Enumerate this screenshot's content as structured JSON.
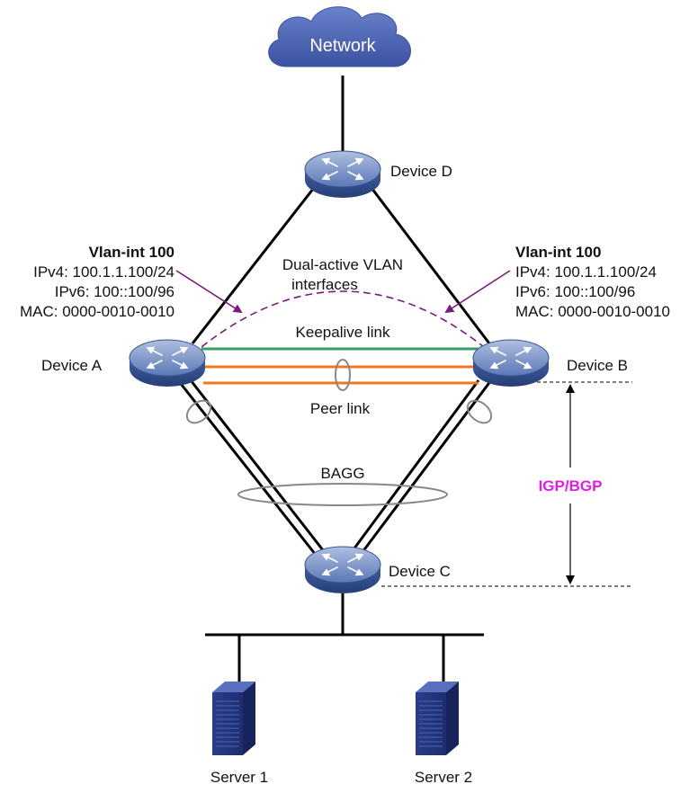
{
  "network": {
    "label": "Network"
  },
  "devices": {
    "a": {
      "label": "Device A"
    },
    "b": {
      "label": "Device B"
    },
    "c": {
      "label": "Device C"
    },
    "d": {
      "label": "Device D"
    }
  },
  "left_vlan": {
    "title": "Vlan-int 100",
    "ipv4": "IPv4: 100.1.1.100/24",
    "ipv6": "IPv6: 100::100/96",
    "mac": "MAC: 0000-0010-0010"
  },
  "right_vlan": {
    "title": "Vlan-int 100",
    "ipv4": "IPv4: 100.1.1.100/24",
    "ipv6": "IPv6: 100::100/96",
    "mac": "MAC: 0000-0010-0010"
  },
  "labels": {
    "dual_active_line1": "Dual-active VLAN",
    "dual_active_line2": "interfaces",
    "keepalive": "Keepalive link",
    "peer": "Peer link",
    "bagg": "BAGG",
    "igp_bgp": "IGP/BGP"
  },
  "servers": [
    {
      "label": "Server 1"
    },
    {
      "label": "Server 2"
    }
  ],
  "colors": {
    "keepalive_link": "#3a9a6a",
    "peer_link": "#f07820",
    "annotation": "#7a1a7a",
    "igp_bgp_text": "#e020e0",
    "device_blue": "#3f5f9e",
    "cloud_blue": "#4a62b0",
    "server_blue": "#2a3f8f"
  }
}
